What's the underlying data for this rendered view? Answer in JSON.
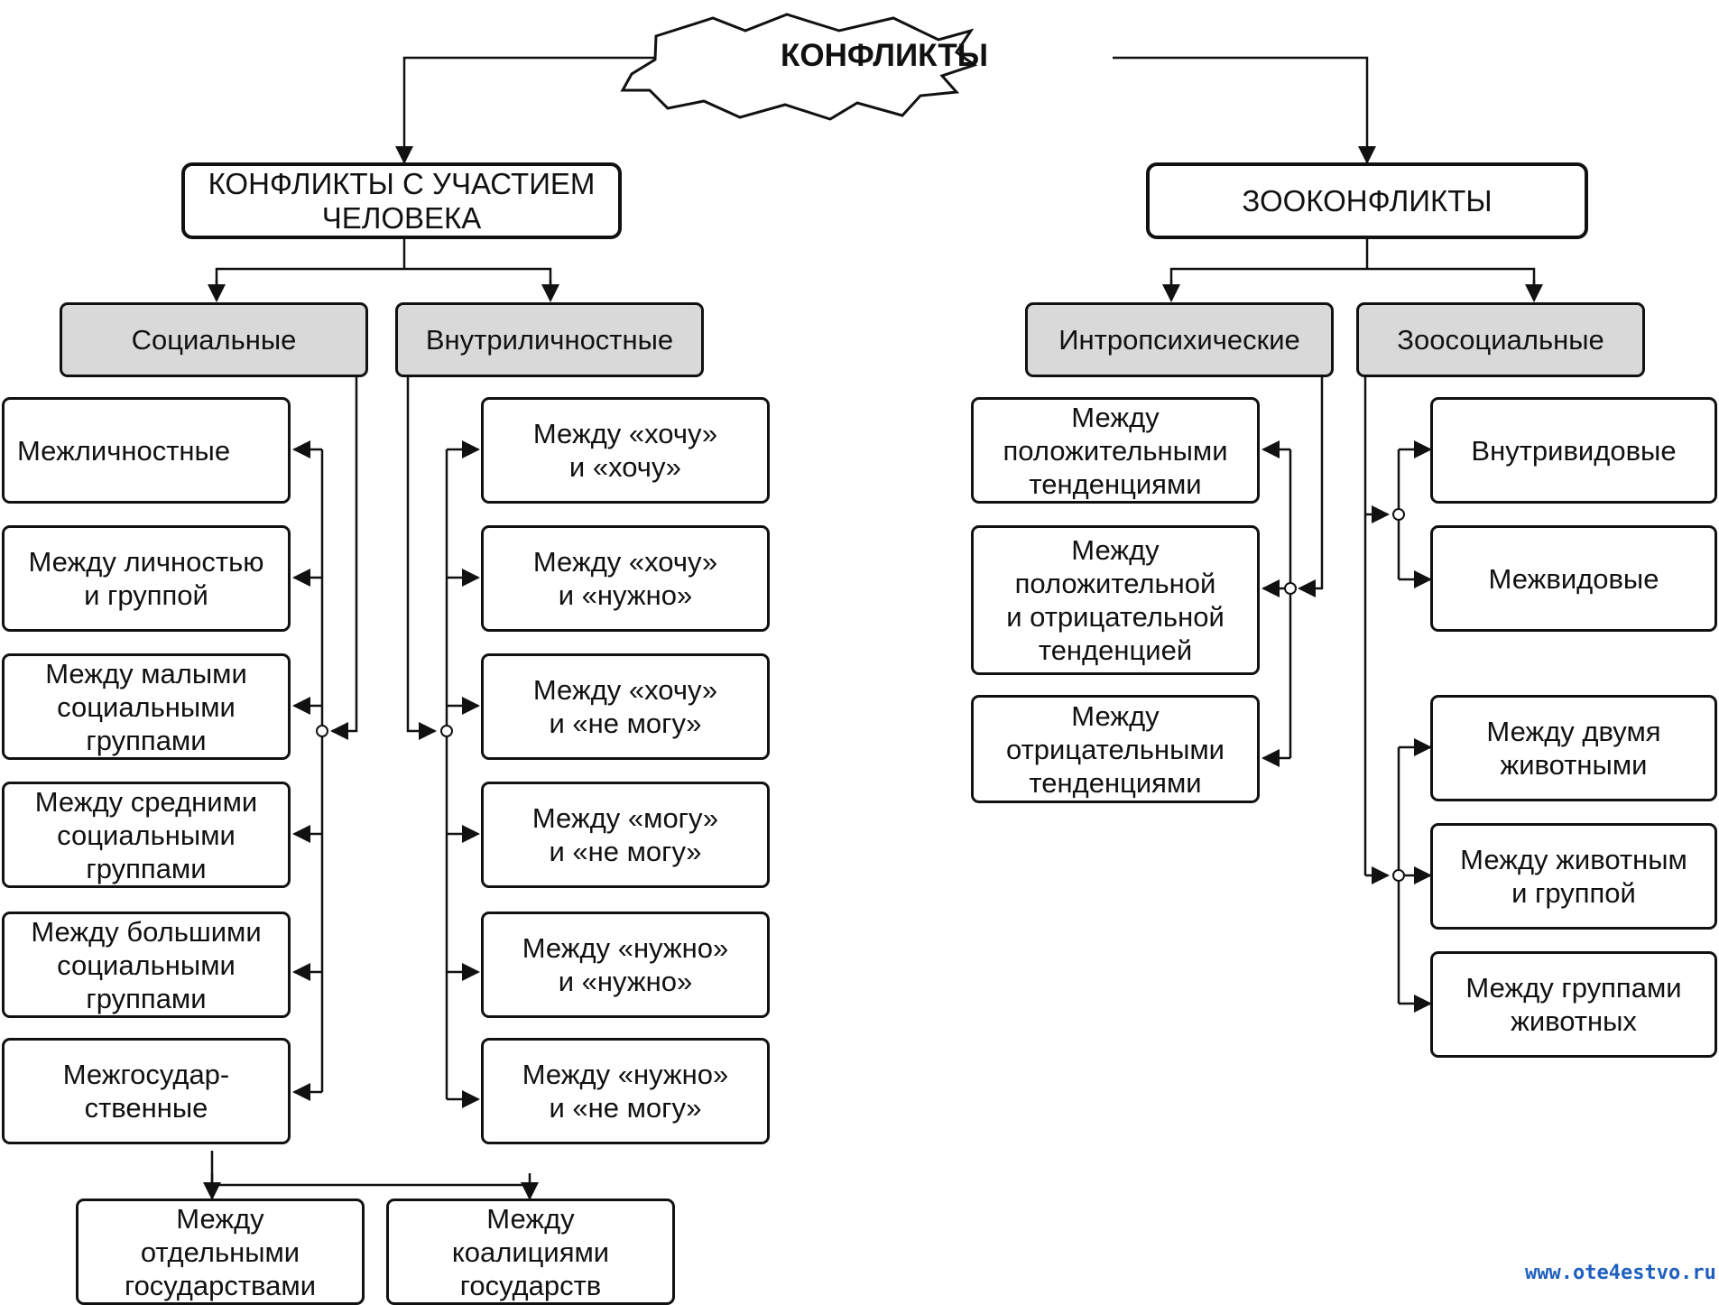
{
  "root": {
    "label": "КОНФЛИКТЫ"
  },
  "human": {
    "label": "КОНФЛИКТЫ С УЧАСТИЕМ\nЧЕЛОВЕКА",
    "social": {
      "label": "Социальные",
      "items": [
        "Межличностные",
        "Между личностью\nи группой",
        "Между малыми\nсоциальными\nгруппами",
        "Между средними\nсоциальными\nгруппами",
        "Между большими\nсоциальными\nгруппами",
        "Межгосудар-\nственные"
      ],
      "sub": [
        "Между\nотдельными\nгосударствами",
        "Между\nкоалициями\nгосударств"
      ]
    },
    "intrapersonal": {
      "label": "Внутриличностные",
      "items": [
        "Между «хочу»\nи «хочу»",
        "Между «хочу»\nи «нужно»",
        "Между «хочу»\nи «не могу»",
        "Между «могу»\nи «не могу»",
        "Между «нужно»\nи «нужно»",
        "Между «нужно»\nи «не могу»"
      ]
    }
  },
  "zoo": {
    "label": "ЗООКОНФЛИКТЫ",
    "intro": {
      "label": "Интропсихические",
      "items": [
        "Между\nположительными\nтенденциями",
        "Между\nположительной\nи отрицательной\nтенденцией",
        "Между\nотрицательными\nтенденциями"
      ]
    },
    "zoosocial": {
      "label": "Зоосоциальные",
      "group1": [
        "Внутривидовые",
        "Межвидовые"
      ],
      "group2": [
        "Между двумя\nживотными",
        "Между животным\nи группой",
        "Между группами\nживотных"
      ]
    }
  },
  "watermark": "www.ote4estvo.ru"
}
